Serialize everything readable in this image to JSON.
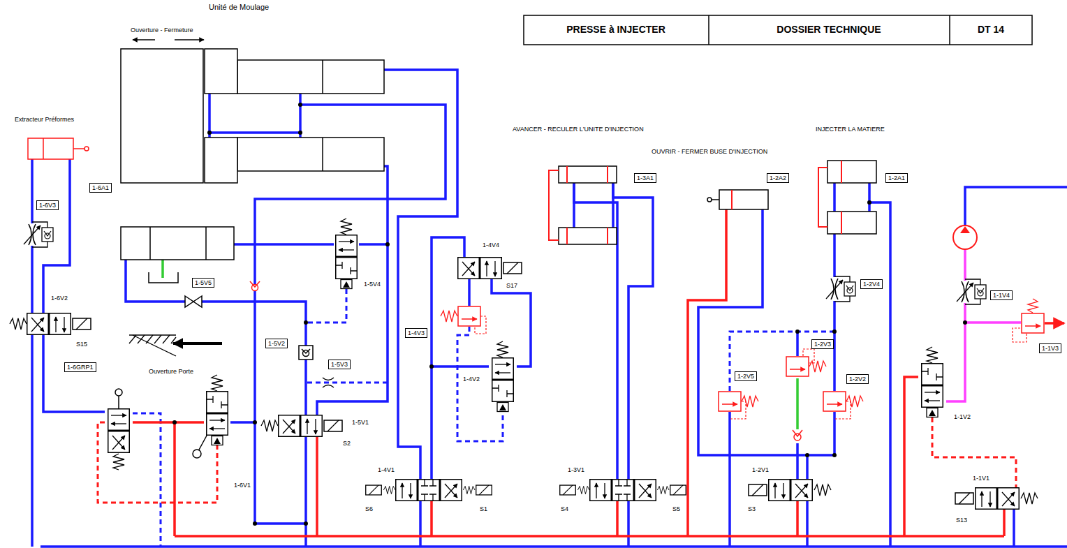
{
  "diagram": {
    "nodes": [
      {
        "text": [
          "1-6A1"
        ]
      },
      {
        "text": [
          "1-6V3"
        ]
      },
      {
        "text": [
          "1-6GRP1"
        ]
      },
      {
        "text": [
          "1-5V5"
        ]
      },
      {
        "text": [
          "1-5V2"
        ]
      },
      {
        "text": [
          "1-5V3"
        ]
      },
      {
        "text": [
          "1-4V3"
        ]
      },
      {
        "text": [
          "1-3A1"
        ]
      },
      {
        "text": [
          "1-2A2"
        ]
      },
      {
        "text": [
          "1-2A1"
        ]
      },
      {
        "text": [
          "1-2V4"
        ]
      },
      {
        "text": [
          "1-1V4"
        ]
      },
      {
        "text": [
          "1-2V3"
        ]
      },
      {
        "text": [
          "1-2V5"
        ]
      },
      {
        "text": [
          "1-2V2"
        ]
      },
      {
        "text": [
          "1-1V3"
        ]
      }
    ],
    "labels": [
      "Unité de Moulage",
      "Ouverture - Fermeture",
      "PRESSE à INJECTER",
      "DOSSIER TECHNIQUE",
      "DT 14",
      "Extracteur Préformes",
      "AVANCER - RECULER L'UNITE D'INJECTION",
      "INJECTER LA MATIERE",
      "OUVRIR - FERMER BUSE D'INJECTION",
      "1-4V4",
      "1-6V2",
      "1-5V4",
      "S17",
      "S15",
      "Ouverture Porte",
      "1-4V2",
      "1-1V2",
      "1-5V1",
      "S2",
      "1-4V1",
      "1-3V1",
      "1-2V1",
      "1-1V1",
      "1-6V1",
      "S6",
      "S1",
      "S4",
      "S5",
      "S3",
      "S13"
    ]
  }
}
